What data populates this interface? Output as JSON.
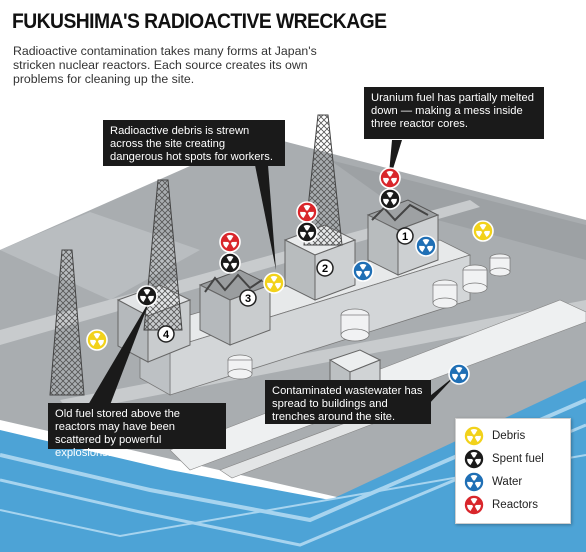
{
  "title": "FUKUSHIMA'S RADIOACTIVE WRECKAGE",
  "subtitle": "Radioactive contamination takes many forms at Japan's stricken nuclear reactors. Each source creates its own problems for cleaning up the site.",
  "callouts": {
    "debris": "Radioactive debris is strewn across the site creating dangerous hot spots for workers.",
    "uranium": "Uranium fuel has partially melted down — making a mess inside three reactor cores.",
    "spent_fuel": "Old fuel stored above the reactors may have been scattered by powerful explosions.",
    "water": "Contaminated wastewater has spread to buildings and trenches around the site."
  },
  "reactor_numbers": [
    "1",
    "2",
    "3",
    "4"
  ],
  "legend": [
    {
      "label": "Debris",
      "color": "#f2d21b",
      "icon": "radiation-trefoil"
    },
    {
      "label": "Spent fuel",
      "color": "#1a1a1a",
      "icon": "radiation-trefoil"
    },
    {
      "label": "Water",
      "color": "#1f6fb5",
      "icon": "radiation-trefoil"
    },
    {
      "label": "Reactors",
      "color": "#d9262b",
      "icon": "radiation-trefoil"
    }
  ]
}
